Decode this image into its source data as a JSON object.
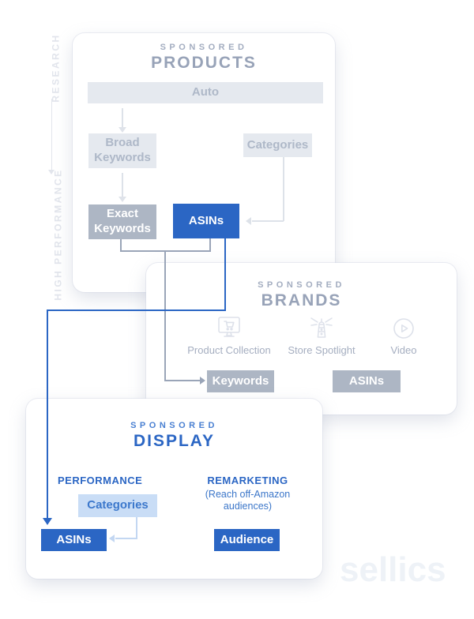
{
  "watermark": "sellics",
  "colors": {
    "accent_blue": "#2b66c4",
    "light_blue_fill": "#c9ddf6",
    "mid_gray_fill": "#adb6c4",
    "light_gray_fill": "#e5e9ef",
    "muted_heading": "#98a3b8",
    "rail_text": "#e2e5ec"
  },
  "left_rail": {
    "top_label": "RESEARCH",
    "bottom_label": "HIGH PERFORMANCE"
  },
  "products_card": {
    "eyebrow": "SPONSORED",
    "title": "PRODUCTS",
    "auto_label": "Auto",
    "broad_label": "Broad Keywords",
    "categories_label": "Categories",
    "exact_label": "Exact Keywords",
    "asins_label": "ASINs"
  },
  "brands_card": {
    "eyebrow": "SPONSORED",
    "title": "BRANDS",
    "formats": [
      {
        "icon": "monitor-cart-icon",
        "label": "Product Collection"
      },
      {
        "icon": "lighthouse-icon",
        "label": "Store Spotlight"
      },
      {
        "icon": "play-circle-icon",
        "label": "Video"
      }
    ],
    "keywords_label": "Keywords",
    "asins_label": "ASINs"
  },
  "display_card": {
    "eyebrow": "SPONSORED",
    "title": "DISPLAY",
    "performance_heading": "PERFORMANCE",
    "remarketing_heading": "REMARKETING",
    "remarketing_note": "(Reach off-Amazon audiences)",
    "categories_label": "Categories",
    "asins_label": "ASINs",
    "audience_label": "Audience"
  }
}
